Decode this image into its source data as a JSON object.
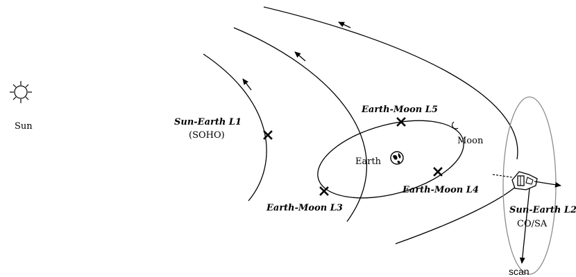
{
  "labels": {
    "sun": "Sun",
    "l1_title": "Sun-Earth L1",
    "l1_sub": "(SOHO)",
    "em_l5": "Earth-Moon L5",
    "moon": "Moon",
    "earth": "Earth",
    "em_l4": "Earth-Moon L4",
    "em_l3": "Earth-Moon L3",
    "l2_title": "Sun-Earth L2",
    "l2_sub": "CO/SA",
    "scan": "scan"
  },
  "icons": {
    "sun": "sun-icon",
    "earth": "earth-icon",
    "moon": "moon-icon",
    "spacecraft": "spacecraft-icon",
    "lagrange_marker": "x-mark-icon"
  },
  "colors": {
    "ink": "#000000",
    "scan_ellipse": "#8c8c8c"
  }
}
